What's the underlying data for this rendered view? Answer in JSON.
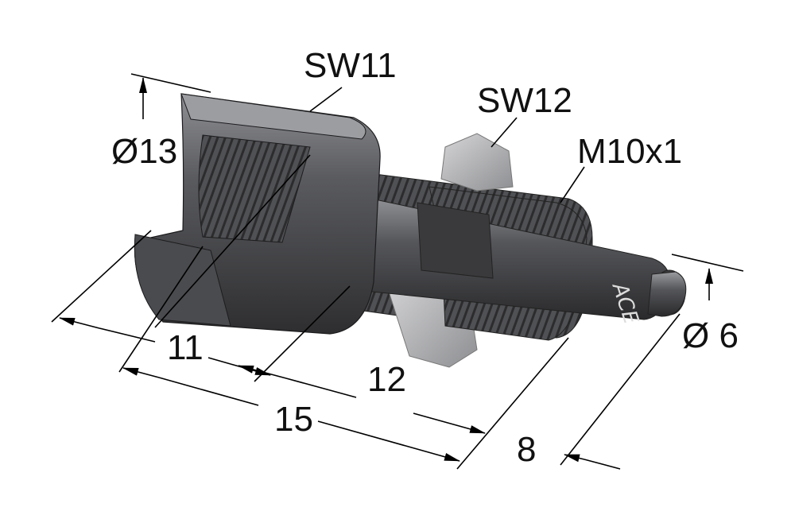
{
  "labels": {
    "sw11": "SW11",
    "sw12": "SW12",
    "thread": "M10x1",
    "dia13": "Ø13",
    "dia6": "Ø 6",
    "len11": "11",
    "len12": "12",
    "len15": "15",
    "len8": "8",
    "brand": "ACE"
  },
  "colors": {
    "body_dark": "#3c3c3e",
    "body_mid": "#55565a",
    "body_light": "#8a8b8f",
    "nut": "#b9babd",
    "nut_light": "#e2e2e2",
    "line": "#000000"
  }
}
